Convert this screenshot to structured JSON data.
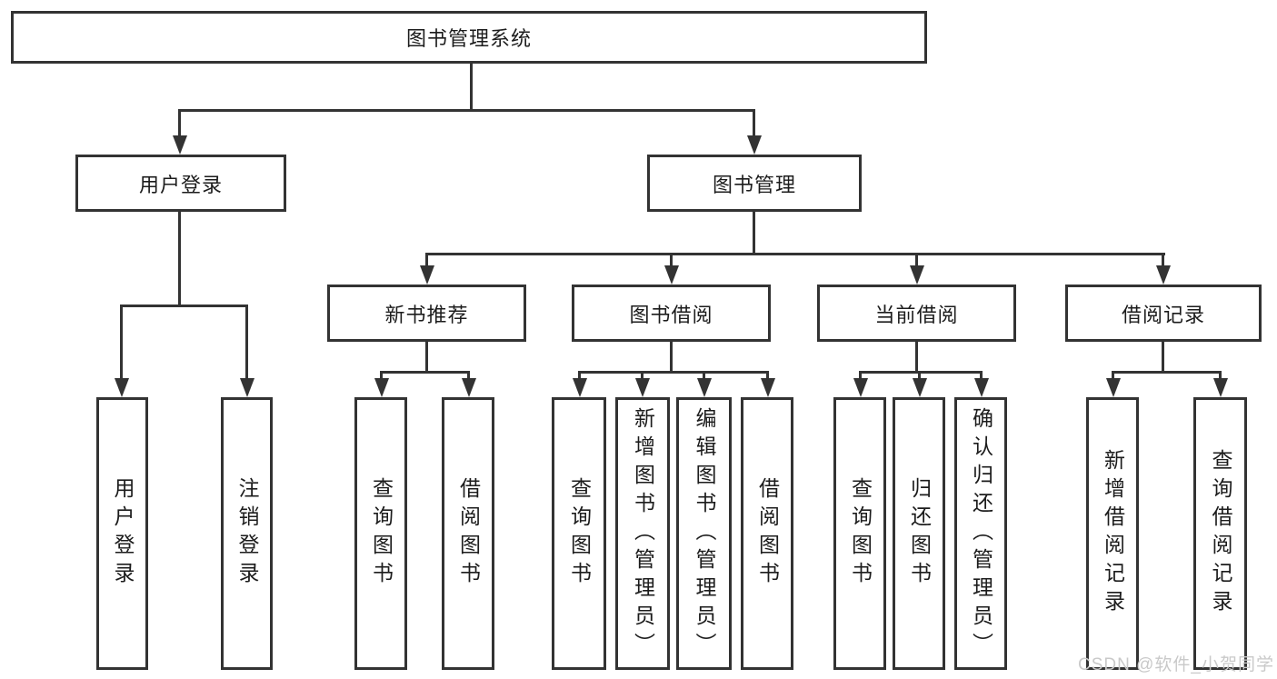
{
  "colors": {
    "line": "#333333",
    "text": "#1c1c1c",
    "background": "#ffffff",
    "watermark_text": "#c9c9c9"
  },
  "watermark": "CSDN @软件_小贺同学",
  "tree": {
    "label": "图书管理系统",
    "children": [
      {
        "label": "用户登录",
        "children": [
          {
            "label": "用户登录"
          },
          {
            "label": "注销登录"
          }
        ]
      },
      {
        "label": "图书管理",
        "children": [
          {
            "label": "新书推荐",
            "children": [
              {
                "label": "查询图书"
              },
              {
                "label": "借阅图书"
              }
            ]
          },
          {
            "label": "图书借阅",
            "children": [
              {
                "label": "查询图书"
              },
              {
                "label": "新增图书（管理员）"
              },
              {
                "label": "编辑图书（管理员）"
              },
              {
                "label": "借阅图书"
              }
            ]
          },
          {
            "label": "当前借阅",
            "children": [
              {
                "label": "查询图书"
              },
              {
                "label": "归还图书"
              },
              {
                "label": "确认归还（管理员）"
              }
            ]
          },
          {
            "label": "借阅记录",
            "children": [
              {
                "label": "新增借阅记录"
              },
              {
                "label": "查询借阅记录"
              }
            ]
          }
        ]
      }
    ]
  }
}
